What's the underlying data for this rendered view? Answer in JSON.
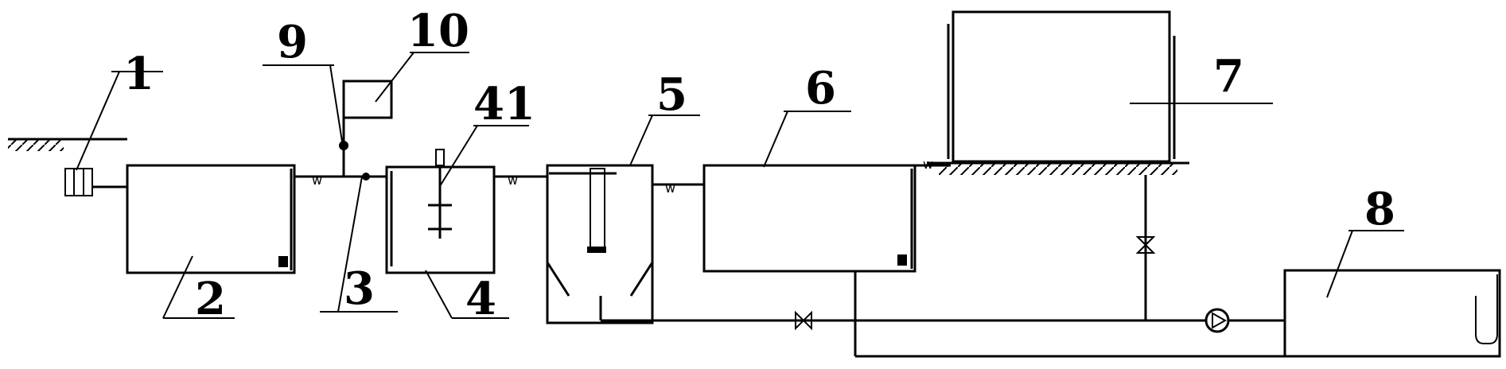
{
  "labels": {
    "l1": "1",
    "l2": "2",
    "l3": "3",
    "l4": "4",
    "l41": "41",
    "l5": "5",
    "l6": "6",
    "l7": "7",
    "l8": "8",
    "l9": "9",
    "l10": "10"
  },
  "pipe_marks": {
    "w1": "w",
    "w2": "w",
    "w3": "w",
    "w4": "w"
  }
}
